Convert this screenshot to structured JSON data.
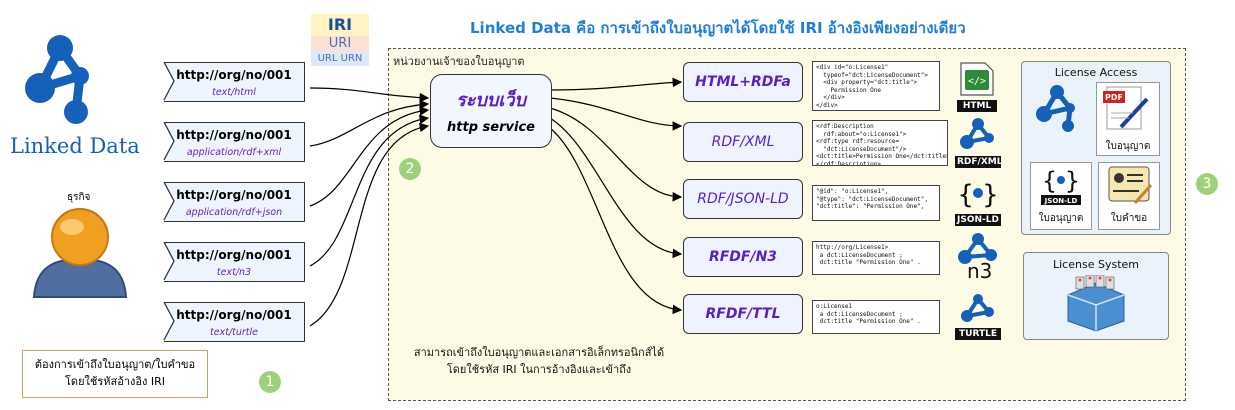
{
  "title": "Linked Data คือ การเข้าถึงใบอนุญาตได้โดยใช้ IRI อ้างอิงเพียงอย่างเดียว",
  "iri_badge": {
    "line1": "IRI",
    "line2": "URI",
    "line3": "URL URN"
  },
  "left": {
    "linked_data_label": "Linked Data",
    "business_label": "ธุรกิจ",
    "note": [
      "ต้องการเข้าถึงใบอนุญาต/ใบคำขอ",
      "โดยใช้รหัสอ้างอิง IRI"
    ]
  },
  "requests": [
    {
      "url": "http://org/no/001",
      "mime": "text/html"
    },
    {
      "url": "http://org/no/001",
      "mime": "application/rdf+xml"
    },
    {
      "url": "http://org/no/001",
      "mime": "application/rdf+json"
    },
    {
      "url": "http://org/no/001",
      "mime": "text/n3"
    },
    {
      "url": "http://org/no/001",
      "mime": "text/turtle"
    }
  ],
  "owner_label": "หน่วยงานเจ้าของใบอนุญาต",
  "server": {
    "line1": "ระบบเว็บ",
    "line2": "http service"
  },
  "formats": [
    {
      "label": "HTML+RDFa",
      "code": "<div id=\"o:License1\"\n  typeof=\"dct:LicenseDocument\">\n  <div property=\"dct:title\">\n    Permission One\n  </div>\n</div>",
      "logo": "HTML"
    },
    {
      "label": "RDF/XML",
      "code": "<rdf:Description\n  rdf:about=\"o:License1\">\n<rdf:type rdf:resource=\n  \"dct:LicenseDocument\"/>\n<dct:title>Permission One</dct:title>\n</rdf:Description>",
      "logo": "RDF/XML"
    },
    {
      "label": "RDF/JSON-LD",
      "code": "\"@id\": \"o:License1\",\n\"@type\": \"dct:LicenseDocument\",\n\"dct:title\": \"Permission One\",",
      "logo": "JSON-LD"
    },
    {
      "label": "RFDF/N3",
      "code": "http://org/License1>\n a dct:LicenseDocument ;\n dct:title \"Permission One\" .",
      "logo": "n3"
    },
    {
      "label": "RFDF/TTL",
      "code": "o:License1\n a dct:LicenseDocument ;\n dct:title \"Permission One\" .",
      "logo": "TURTLE"
    }
  ],
  "bottom_text": [
    "สามารถเข้าถึงใบอนุญาตและเอกสารอิเล็กทรอนิกส์ได้",
    "โดยใช้รหัส IRI ในการอ้างอิงและเข้าถึง"
  ],
  "license_access": {
    "title": "License Access",
    "items": [
      "ใบอนุญาต",
      "ใบอนุญาต",
      "ใบคำขอ"
    ]
  },
  "license_system": {
    "title": "License System"
  },
  "steps": [
    "1",
    "2",
    "3"
  ],
  "colors": {
    "accent": "#1e7fd6",
    "purple": "#5a1fc4",
    "step": "#9ed27a",
    "logo_blue": "#1560b8"
  }
}
